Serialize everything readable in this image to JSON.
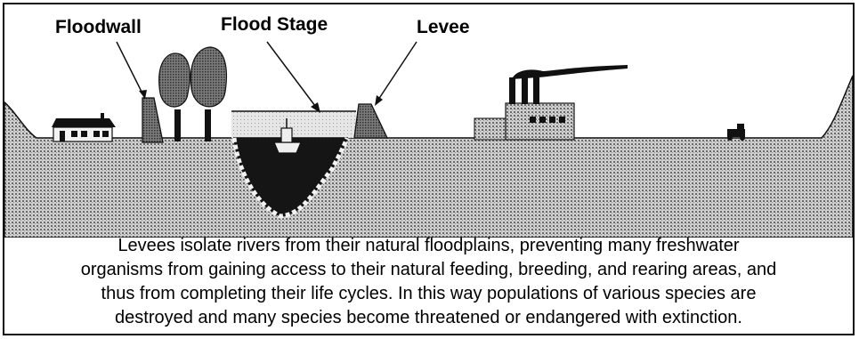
{
  "labels": {
    "floodwall": "Floodwall",
    "flood_stage": "Flood Stage",
    "levee": "Levee"
  },
  "caption": {
    "line1": "Levees isolate rivers from their natural floodplains, preventing many freshwater",
    "line2": "organisms from gaining access to their natural feeding, breeding, and rearing areas, and",
    "line3": "thus from completing their life cycles.  In this way populations of various species are",
    "line4": "destroyed and many species become threatened or endangered with extinction."
  },
  "colors": {
    "ground": "#b8b8b8",
    "water": "#e2e2e2",
    "river": "#1a1a1a",
    "line": "#111111"
  }
}
